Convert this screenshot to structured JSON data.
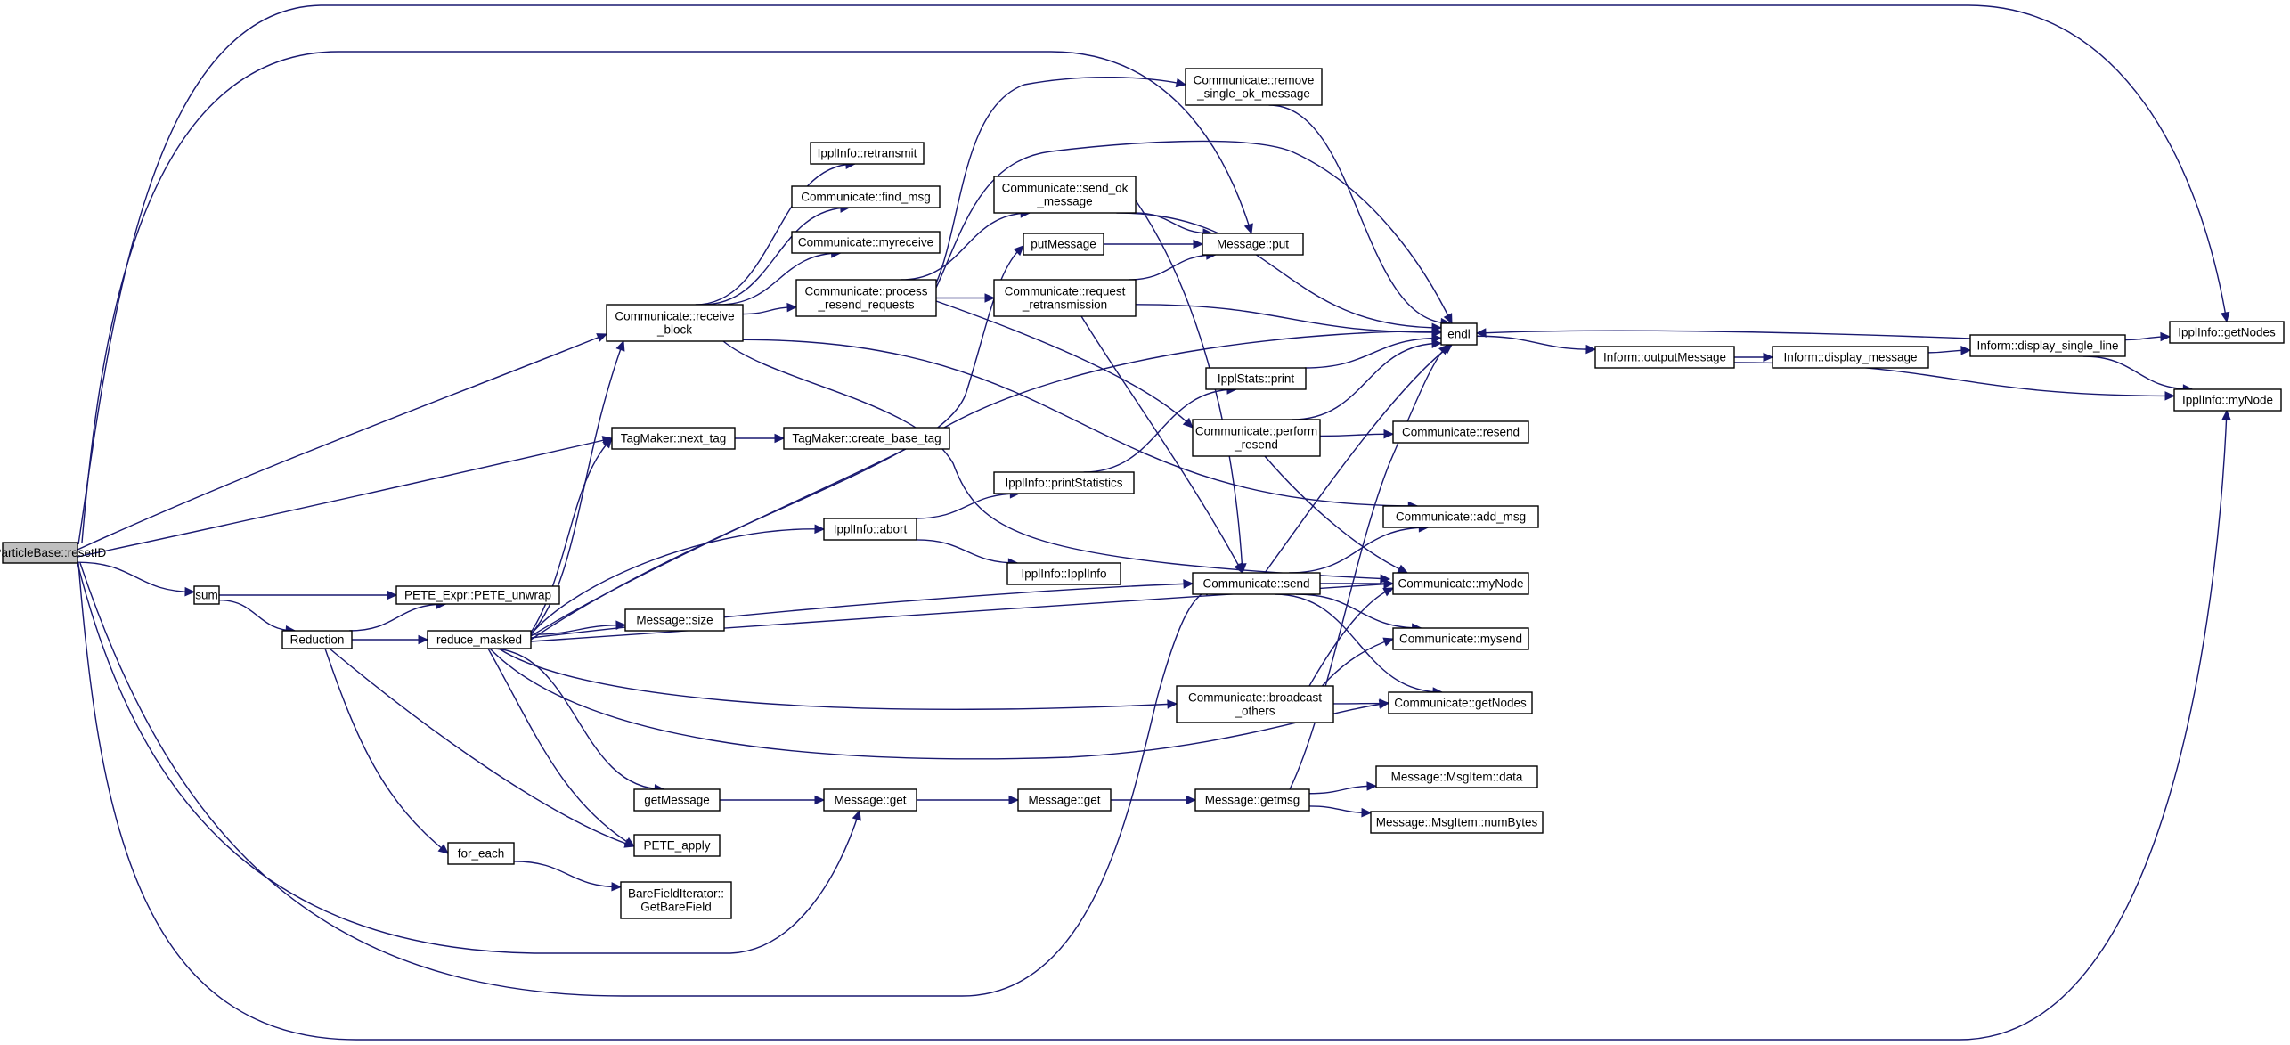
{
  "diagram": {
    "kind": "call-graph",
    "edge_color": "#191970",
    "root_fill": "#bfbfbf",
    "node_fill": "#ffffff",
    "nodes": [
      {
        "id": "resetID",
        "lines": [
          "IpplParticleBase::resetID"
        ]
      },
      {
        "id": "sum",
        "lines": [
          "sum"
        ]
      },
      {
        "id": "Reduction",
        "lines": [
          "Reduction"
        ]
      },
      {
        "id": "reduce_masked",
        "lines": [
          "reduce_masked"
        ]
      },
      {
        "id": "for_each",
        "lines": [
          "for_each"
        ]
      },
      {
        "id": "PETE_unwrap",
        "lines": [
          "PETE_Expr::PETE_unwrap"
        ]
      },
      {
        "id": "TagMaker_next_tag",
        "lines": [
          "TagMaker::next_tag"
        ]
      },
      {
        "id": "TagMaker_create_base_tag",
        "lines": [
          "TagMaker::create_base_tag"
        ]
      },
      {
        "id": "receive_block",
        "lines": [
          "Communicate::receive",
          "_block"
        ]
      },
      {
        "id": "retransmit",
        "lines": [
          "IpplInfo::retransmit"
        ]
      },
      {
        "id": "find_msg",
        "lines": [
          "Communicate::find_msg"
        ]
      },
      {
        "id": "myreceive",
        "lines": [
          "Communicate::myreceive"
        ]
      },
      {
        "id": "process_resend",
        "lines": [
          "Communicate::process",
          "_resend_requests"
        ]
      },
      {
        "id": "Message_size",
        "lines": [
          "Message::size"
        ]
      },
      {
        "id": "getMessage",
        "lines": [
          "getMessage"
        ]
      },
      {
        "id": "PETE_apply",
        "lines": [
          "PETE_apply"
        ]
      },
      {
        "id": "GetBareField",
        "lines": [
          "BareFieldIterator::",
          "GetBareField"
        ]
      },
      {
        "id": "IpplInfo_abort",
        "lines": [
          "IpplInfo::abort"
        ]
      },
      {
        "id": "Message_get1",
        "lines": [
          "Message::get"
        ]
      },
      {
        "id": "Message_get2",
        "lines": [
          "Message::get"
        ]
      },
      {
        "id": "putMessage",
        "lines": [
          "putMessage"
        ]
      },
      {
        "id": "send_ok",
        "lines": [
          "Communicate::send_ok",
          "_message"
        ]
      },
      {
        "id": "request_retrans",
        "lines": [
          "Communicate::request",
          "_retransmission"
        ]
      },
      {
        "id": "printStatistics",
        "lines": [
          "IpplInfo::printStatistics"
        ]
      },
      {
        "id": "IpplInfo_IpplInfo",
        "lines": [
          "IpplInfo::IpplInfo"
        ]
      },
      {
        "id": "remove_single",
        "lines": [
          "Communicate::remove",
          "_single_ok_message"
        ]
      },
      {
        "id": "Message_put",
        "lines": [
          "Message::put"
        ]
      },
      {
        "id": "IpplStats_print",
        "lines": [
          "IpplStats::print"
        ]
      },
      {
        "id": "perform_resend",
        "lines": [
          "Communicate::perform",
          "_resend"
        ]
      },
      {
        "id": "Comm_send",
        "lines": [
          "Communicate::send"
        ]
      },
      {
        "id": "broadcast_others",
        "lines": [
          "Communicate::broadcast",
          "_others"
        ]
      },
      {
        "id": "getmsg",
        "lines": [
          "Message::getmsg"
        ]
      },
      {
        "id": "endl",
        "lines": [
          "endl"
        ]
      },
      {
        "id": "Comm_resend",
        "lines": [
          "Communicate::resend"
        ]
      },
      {
        "id": "add_msg",
        "lines": [
          "Communicate::add_msg"
        ]
      },
      {
        "id": "Comm_myNode",
        "lines": [
          "Communicate::myNode"
        ]
      },
      {
        "id": "mysend",
        "lines": [
          "Communicate::mysend"
        ]
      },
      {
        "id": "Comm_getNodes",
        "lines": [
          "Communicate::getNodes"
        ]
      },
      {
        "id": "MsgItem_data",
        "lines": [
          "Message::MsgItem::data"
        ]
      },
      {
        "id": "MsgItem_numBytes",
        "lines": [
          "Message::MsgItem::numBytes"
        ]
      },
      {
        "id": "outputMessage",
        "lines": [
          "Inform::outputMessage"
        ]
      },
      {
        "id": "display_message",
        "lines": [
          "Inform::display_message"
        ]
      },
      {
        "id": "display_single_line",
        "lines": [
          "Inform::display_single_line"
        ]
      },
      {
        "id": "IpplInfo_getNodes",
        "lines": [
          "IpplInfo::getNodes"
        ]
      },
      {
        "id": "IpplInfo_myNode",
        "lines": [
          "IpplInfo::myNode"
        ]
      }
    ],
    "edges": [
      [
        "resetID",
        "sum"
      ],
      [
        "resetID",
        "TagMaker_next_tag"
      ],
      [
        "resetID",
        "receive_block"
      ],
      [
        "resetID",
        "Message_put"
      ],
      [
        "resetID",
        "IpplInfo_getNodes"
      ],
      [
        "resetID",
        "IpplInfo_myNode"
      ],
      [
        "resetID",
        "Message_get1"
      ],
      [
        "resetID",
        "Comm_send"
      ],
      [
        "sum",
        "PETE_unwrap"
      ],
      [
        "sum",
        "Reduction"
      ],
      [
        "Reduction",
        "PETE_unwrap"
      ],
      [
        "Reduction",
        "reduce_masked"
      ],
      [
        "Reduction",
        "for_each"
      ],
      [
        "Reduction",
        "PETE_apply"
      ],
      [
        "for_each",
        "GetBareField"
      ],
      [
        "TagMaker_next_tag",
        "TagMaker_create_base_tag"
      ],
      [
        "receive_block",
        "retransmit"
      ],
      [
        "receive_block",
        "find_msg"
      ],
      [
        "receive_block",
        "myreceive"
      ],
      [
        "receive_block",
        "process_resend"
      ],
      [
        "receive_block",
        "add_msg"
      ],
      [
        "receive_block",
        "Comm_myNode"
      ],
      [
        "reduce_masked",
        "receive_block"
      ],
      [
        "reduce_masked",
        "TagMaker_next_tag"
      ],
      [
        "reduce_masked",
        "Message_size"
      ],
      [
        "reduce_masked",
        "getMessage"
      ],
      [
        "reduce_masked",
        "PETE_apply"
      ],
      [
        "reduce_masked",
        "IpplInfo_abort"
      ],
      [
        "reduce_masked",
        "putMessage"
      ],
      [
        "reduce_masked",
        "Comm_send"
      ],
      [
        "reduce_masked",
        "broadcast_others"
      ],
      [
        "reduce_masked",
        "Comm_myNode"
      ],
      [
        "reduce_masked",
        "Comm_getNodes"
      ],
      [
        "reduce_masked",
        "endl"
      ],
      [
        "process_resend",
        "send_ok"
      ],
      [
        "process_resend",
        "request_retrans"
      ],
      [
        "process_resend",
        "perform_resend"
      ],
      [
        "process_resend",
        "remove_single"
      ],
      [
        "process_resend",
        "endl"
      ],
      [
        "getMessage",
        "Message_get1"
      ],
      [
        "IpplInfo_abort",
        "printStatistics"
      ],
      [
        "IpplInfo_abort",
        "IpplInfo_IpplInfo"
      ],
      [
        "Message_get1",
        "Message_get2"
      ],
      [
        "Message_get2",
        "getmsg"
      ],
      [
        "putMessage",
        "Message_put"
      ],
      [
        "send_ok",
        "Message_put"
      ],
      [
        "send_ok",
        "endl"
      ],
      [
        "send_ok",
        "Comm_send"
      ],
      [
        "request_retrans",
        "Message_put"
      ],
      [
        "request_retrans",
        "endl"
      ],
      [
        "request_retrans",
        "Comm_send"
      ],
      [
        "printStatistics",
        "IpplStats_print"
      ],
      [
        "remove_single",
        "endl"
      ],
      [
        "IpplStats_print",
        "endl"
      ],
      [
        "perform_resend",
        "endl"
      ],
      [
        "perform_resend",
        "Comm_resend"
      ],
      [
        "perform_resend",
        "Comm_myNode"
      ],
      [
        "Comm_send",
        "endl"
      ],
      [
        "Comm_send",
        "add_msg"
      ],
      [
        "Comm_send",
        "Comm_myNode"
      ],
      [
        "Comm_send",
        "mysend"
      ],
      [
        "Comm_send",
        "Comm_getNodes"
      ],
      [
        "broadcast_others",
        "Comm_getNodes"
      ],
      [
        "broadcast_others",
        "Comm_myNode"
      ],
      [
        "broadcast_others",
        "mysend"
      ],
      [
        "getmsg",
        "MsgItem_data"
      ],
      [
        "getmsg",
        "MsgItem_numBytes"
      ],
      [
        "getmsg",
        "endl"
      ],
      [
        "endl",
        "outputMessage"
      ],
      [
        "outputMessage",
        "display_message"
      ],
      [
        "outputMessage",
        "IpplInfo_myNode"
      ],
      [
        "display_message",
        "display_single_line"
      ],
      [
        "display_single_line",
        "endl"
      ],
      [
        "display_single_line",
        "IpplInfo_getNodes"
      ],
      [
        "display_single_line",
        "IpplInfo_myNode"
      ]
    ]
  }
}
